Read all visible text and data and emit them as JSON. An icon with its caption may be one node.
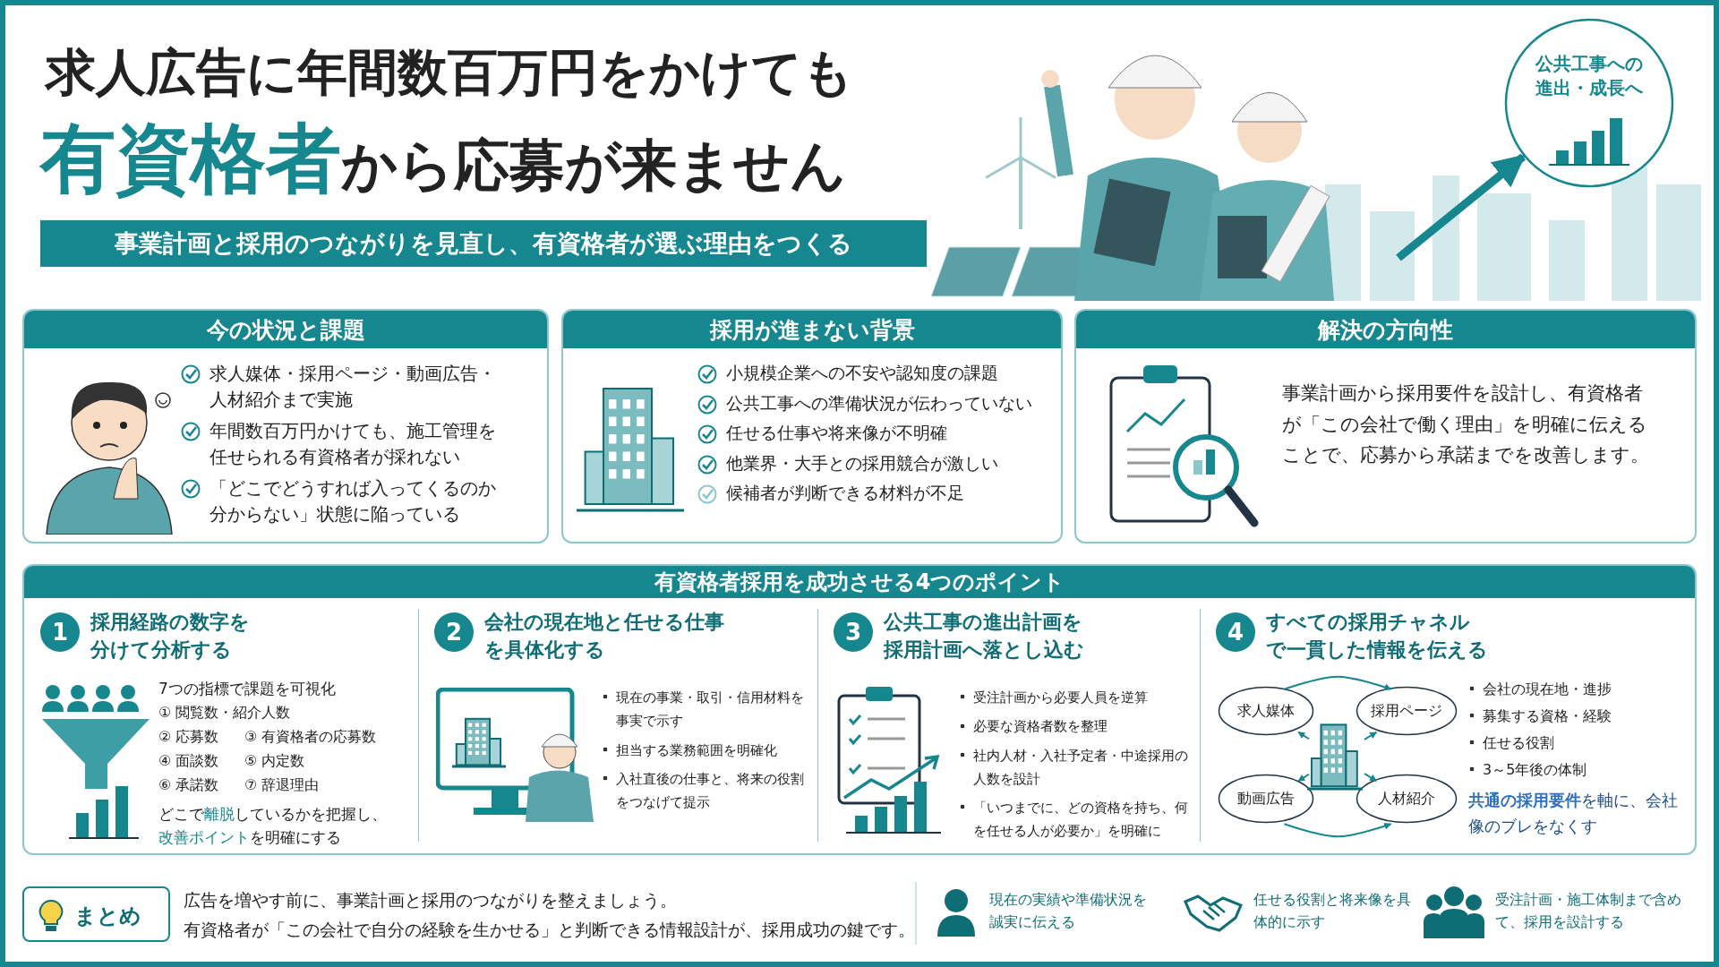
{
  "diagram": {
    "title": "求人広告に年間数百万円をかけても",
    "nodes": [
      {
        "text": [
          "事業計画と採用のつながりを見直し、有資格者が選ぶ理由をつくる"
        ]
      },
      {
        "text": [
          "公共工事への進出・成長へ"
        ]
      },
      {
        "text": [
          "今の状況と課題",
          "求人媒体・採用ページ・動画広告・人材紹介まで実施",
          "年間数百万円かけても、施工管理を任せられる有資格者が採れない",
          "「どこでどうすれば入ってくるのか分からない」状態に陥っている"
        ]
      },
      {
        "text": [
          "採用が進まない背景",
          "小規模企業への不安や認知度の課題",
          "公共工事への準備状況が伝わっていない",
          "任せる仕事や将来像が不明確",
          "他業界・大手との採用競合が激しい",
          "候補者が判断できる材料が不足"
        ]
      },
      {
        "text": [
          "解決の方向性",
          "事業計画から採用要件を設計し、有資格者が「この会社で働く理由」を明確に伝えることで、応募から承諾までを改善します。"
        ]
      },
      {
        "text": [
          "有資格者採用を成功させる4つのポイント"
        ]
      },
      {
        "text": [
          "1",
          "採用経路の数字を分けて分析する",
          "7つの指標で課題を可視化",
          "① 閲覧数・紹介人数",
          "② 応募数",
          "③ 有資格者の応募数",
          "④ 面談数",
          "⑤ 内定数",
          "⑥ 承諾数",
          "⑦ 辞退理由",
          "どこで**離脱**しているかを把握し、**改善ポイント**を明確にする"
        ],
        "in": 5
      },
      {
        "text": [
          "2",
          "会社の現在地と任せる仕事を具体化する",
          "現在の事業・取引・信用材料を事実で示す",
          "担当する業務範囲を明確化",
          "入社直後の仕事と、将来の役割をつなげて提示"
        ],
        "in": 5
      },
      {
        "text": [
          "3",
          "公共工事の進出計画を採用計画へ落とし込む",
          "受注計画から必要人員を逆算",
          "必要な資格者数を整理",
          "社内人材・入社予定者・中途採用の人数を設計",
          "「いつまでに、どの資格を持ち、何を任せる人が必要か」を明確に"
        ],
        "in": 5
      },
      {
        "text": [
          "4",
          "すべての採用チャネルで一貫した情報を伝える",
          "会社の現在地・進捗",
          "募集する資格・経験",
          "任せる役割",
          "3～5年後の体制",
          "**共通の採用要件**を軸に、会社像のブレをなくす"
        ],
        "in": 5
      },
      {
        "text": [
          "求人媒体"
        ],
        "in": 9
      },
      {
        "text": [
          "採用ページ"
        ],
        "in": 9
      },
      {
        "text": [
          "動画広告"
        ],
        "in": 9
      },
      {
        "text": [
          "人材紹介"
        ],
        "in": 9
      },
      {
        "text": [],
        "shape": "picture",
        "in": 9
      },
      {
        "text": [
          "まとめ"
        ],
        "beside": [
          "広告を増やす前に、事業計画と採用のつながりを整えましょう。",
          "有資格者が「この会社で自分の経験を生かせる」と判断できる情報設計が、採用成功の鍵です。"
        ]
      }
    ],
    "edges": [
      {
        "from": null,
        "to": 1,
        "arrow": "to",
        "style": "thick"
      },
      {
        "from": 10,
        "to": 11,
        "arrow": "to"
      },
      {
        "from": 12,
        "to": 13,
        "arrow": "to"
      },
      {
        "from": 14,
        "to": 10,
        "arrow": "to"
      },
      {
        "from": 14,
        "to": 11,
        "arrow": "to"
      },
      {
        "from": 14,
        "to": 12,
        "arrow": "to"
      },
      {
        "from": 14,
        "to": 13,
        "arrow": "to"
      }
    ],
    "labels": [
      "**有資格者**から応募が来ません",
      "現在の実績や準備状況を誠実に伝える",
      "任せる役割と将来像を具体的に示す",
      "受注計画・施工体制まで含めて、採用を設計する"
    ]
  }
}
